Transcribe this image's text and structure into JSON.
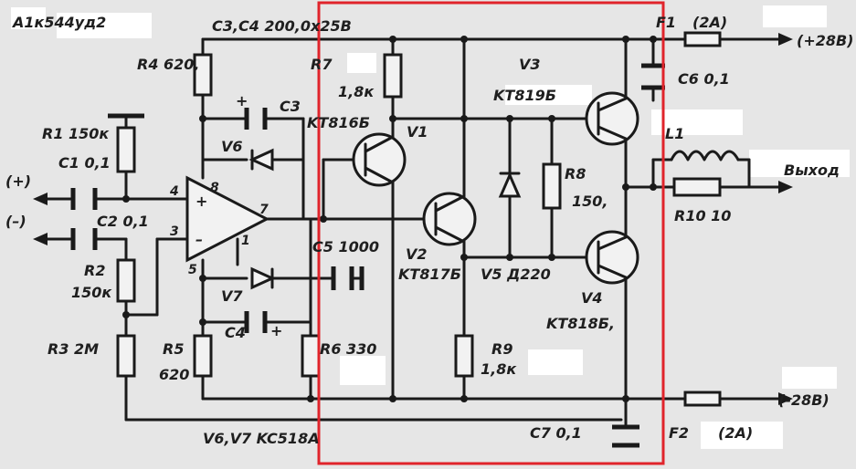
{
  "labels": {
    "ic": "A1к544уд2",
    "c3c4": "C3,C4 200,0x25B",
    "r4": "R4 620,",
    "r7": "R7",
    "r7_val": "1,8к",
    "v1_type": "KT816Б",
    "v1": "V1",
    "v3": "V3",
    "v3_type": "KT819Б",
    "f1": "F1",
    "f1_rating": "(2A)",
    "plus_supply": "(+28B)",
    "c6": "C6 0,1",
    "l1": "L1",
    "output": "Выход",
    "r10": "R10 10",
    "r8": "R8",
    "r8_val": "150,",
    "r1": "R1 150к",
    "c1": "C1 0,1",
    "in_plus": "(+)",
    "in_minus": "(–)",
    "c2": "C2 0,1",
    "r2": "R2",
    "r2_val": "150к",
    "r3": "R3 2M",
    "r5": "R5",
    "r5_val": "620",
    "r6": "R6 330",
    "c5": "C5 1000",
    "v2": "V2",
    "v2_type": "KT817Б",
    "v5": "V5 Д220",
    "v4": "V4",
    "v4_type": "KT818Б,",
    "r9": "R9",
    "r9_val": "1,8к",
    "c7": "C7 0,1",
    "f2": "F2",
    "f2_rating": "(2A)",
    "minus_supply": "(-28B)",
    "v6": "V6",
    "v7": "V7",
    "c3": "C3",
    "c4": "C4",
    "zener_note": "V6,V7 KC518A",
    "pin4": "4",
    "pin8": "8",
    "pin7": "7",
    "pin3": "3",
    "pin1": "1",
    "pin5": "5",
    "plus_sign": "+",
    "plus_sign2": "+"
  },
  "colors": {
    "highlight": "#e0242b",
    "ink": "#1a1a1a",
    "paper": "#e6e6e6"
  }
}
